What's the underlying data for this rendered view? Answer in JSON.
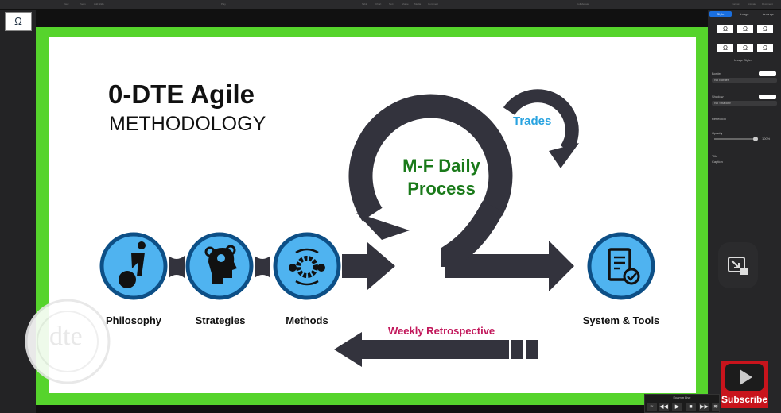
{
  "toolbar": {
    "items": [
      "View",
      "Zoom",
      "Add Slide",
      "Play",
      "Table",
      "Chart",
      "Text",
      "Shape",
      "Media",
      "Comment",
      "Collaborate",
      "Format",
      "Animate",
      "Document"
    ]
  },
  "slide": {
    "title": "0-DTE Agile",
    "subtitle": "METHODOLOGY",
    "stages": [
      "Philosophy",
      "Strategies",
      "Methods",
      "System & Tools"
    ],
    "loop_label": "M-F Daily Process",
    "loop_line1": "M-F Daily",
    "loop_line2": "Process",
    "inner_loop_label": "Trades",
    "retro_label": "Weekly Retrospective",
    "watermark": "dte"
  },
  "inspector": {
    "tabs": [
      "Style",
      "Image",
      "Arrange"
    ],
    "image_styles_label": "Image Styles",
    "border_label": "Border",
    "border_value": "No Border",
    "shadow_label": "Shadow",
    "shadow_value": "No Shadow",
    "reflection_label": "Reflection",
    "opacity_label": "Opacity",
    "opacity_value": "100%",
    "title_label": "Title",
    "caption_label": "Caption"
  },
  "player": {
    "title": "Ecamm Live"
  },
  "subscribe": {
    "label": "Subscribe"
  },
  "colors": {
    "frame": "#56d42c",
    "icon_fill": "#4fb3f0",
    "icon_ring": "#0d4f86",
    "arrow": "#33333d",
    "loop_text": "#1a7a1a",
    "trades": "#29a3e0",
    "retro": "#c2185b"
  }
}
